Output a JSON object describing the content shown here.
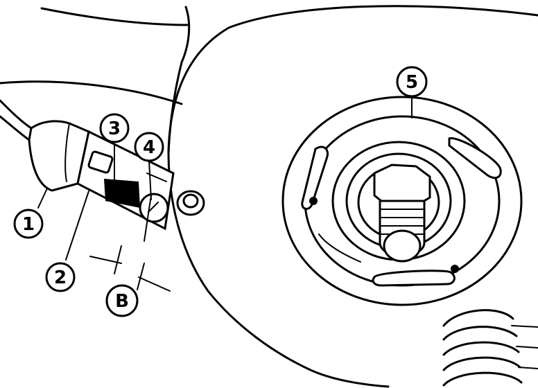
{
  "callouts": [
    {
      "id": "1",
      "text": "1"
    },
    {
      "id": "2",
      "text": "2"
    },
    {
      "id": "3",
      "text": "3"
    },
    {
      "id": "4",
      "text": "4"
    },
    {
      "id": "5",
      "text": "5"
    },
    {
      "id": "B",
      "text": "B"
    }
  ]
}
